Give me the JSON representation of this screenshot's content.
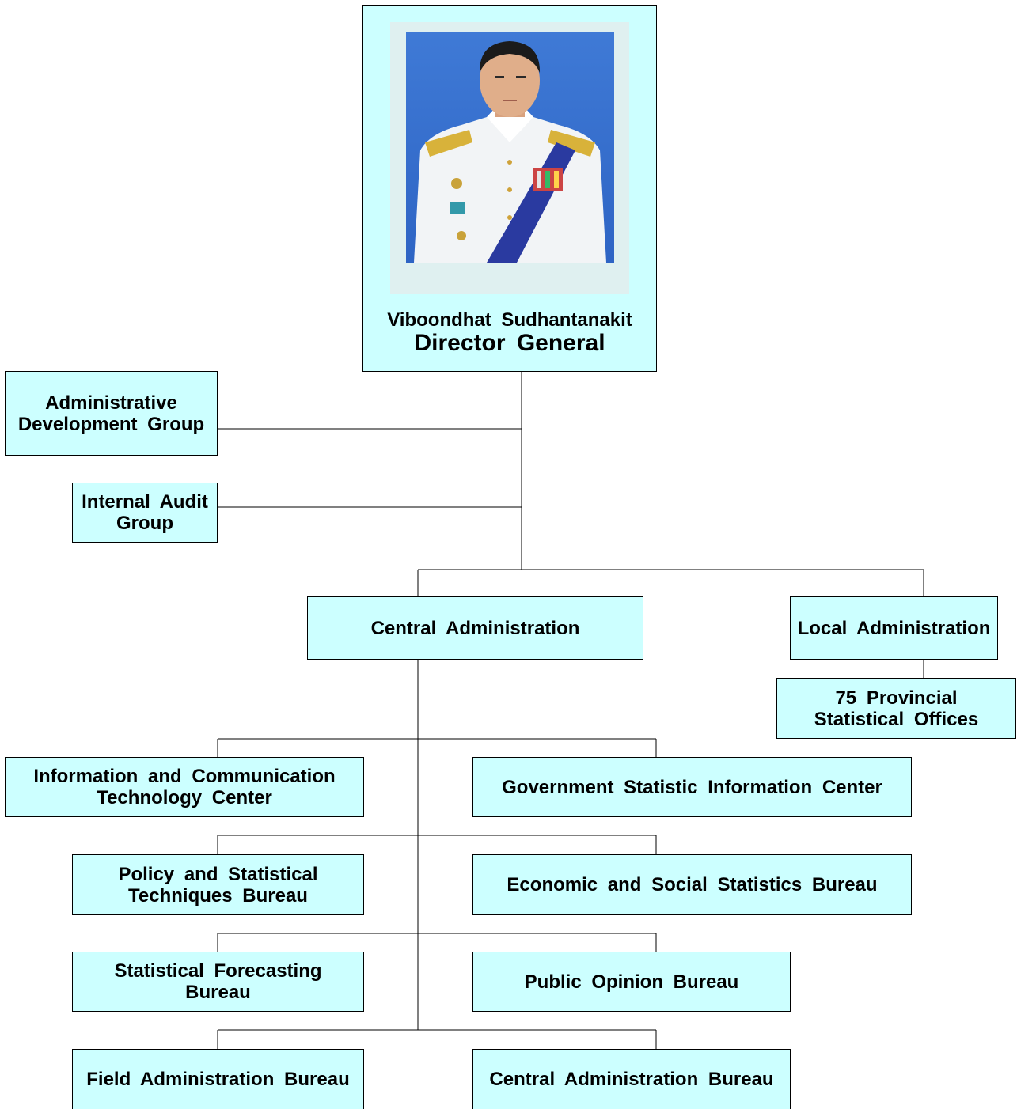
{
  "colors": {
    "box_fill": "#ccffff",
    "line": "#000000",
    "background": "#ffffff"
  },
  "director": {
    "name": "Viboondhat  Sudhantanakit",
    "title": "Director  General",
    "photo": "portrait-photo"
  },
  "staff_units": {
    "admin_dev": "Administrative\nDevelopment  Group",
    "internal_audit": "Internal  Audit\nGroup"
  },
  "administrations": {
    "central": "Central  Administration",
    "local": "Local  Administration",
    "provincial": "75  Provincial\nStatistical  Offices"
  },
  "central_units": {
    "ict": "Information  and  Communication\nTechnology  Center",
    "gov_stat": "Government  Statistic  Information  Center",
    "policy": "Policy  and  Statistical\nTechniques  Bureau",
    "economic": "Economic  and  Social  Statistics  Bureau",
    "forecasting": "Statistical  Forecasting\nBureau",
    "opinion": "Public  Opinion  Bureau",
    "field": "Field  Administration  Bureau",
    "central_admin_bureau": "Central  Administration  Bureau"
  }
}
